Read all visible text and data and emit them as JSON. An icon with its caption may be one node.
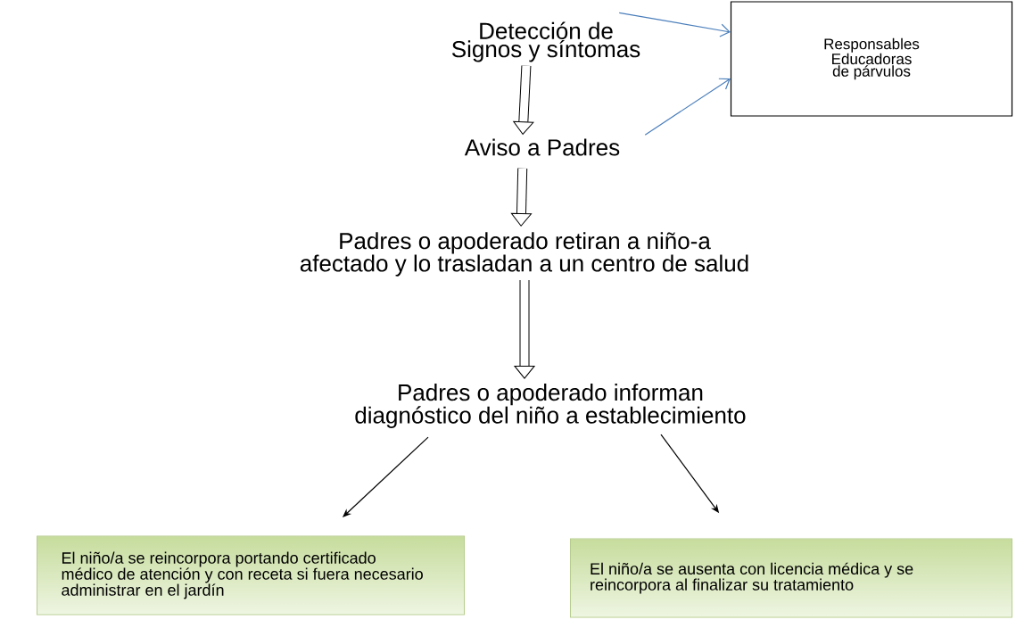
{
  "diagram": {
    "nodes": [
      {
        "text": [
          "Detección de Signos y síntomas"
        ]
      },
      {
        "text": [
          "Responsables Educadoras de párvulos"
        ]
      },
      {
        "text": [
          "Aviso a Padres"
        ]
      },
      {
        "text": [
          "Padres o apoderado retiran a niño-a afectado y lo trasladan a un centro de salud"
        ]
      },
      {
        "text": [
          "Padres o apoderado informan diagnóstico del niño a establecimiento"
        ]
      },
      {
        "text": [
          "El niño/a se reincorpora portando certificado médico de atención y con receta si fuera necesario administrar en el jardín"
        ]
      },
      {
        "text": [
          "El niño/a se ausenta con licencia médica y se reincorpora al finalizar su tratamiento"
        ]
      }
    ],
    "edges": [
      {
        "from": 0,
        "to": 1,
        "arrow": "to",
        "color": "#4a7ebb"
      },
      {
        "from": 2,
        "to": 1,
        "arrow": "to",
        "color": "#4a7ebb"
      },
      {
        "from": 0,
        "to": 2,
        "arrow": "to",
        "style": "thick"
      },
      {
        "from": 2,
        "to": 3,
        "arrow": "to",
        "style": "thick"
      },
      {
        "from": 3,
        "to": 4,
        "arrow": "to",
        "style": "thick"
      },
      {
        "from": 4,
        "to": 5,
        "arrow": "to"
      },
      {
        "from": 4,
        "to": 6,
        "arrow": "to"
      }
    ]
  }
}
